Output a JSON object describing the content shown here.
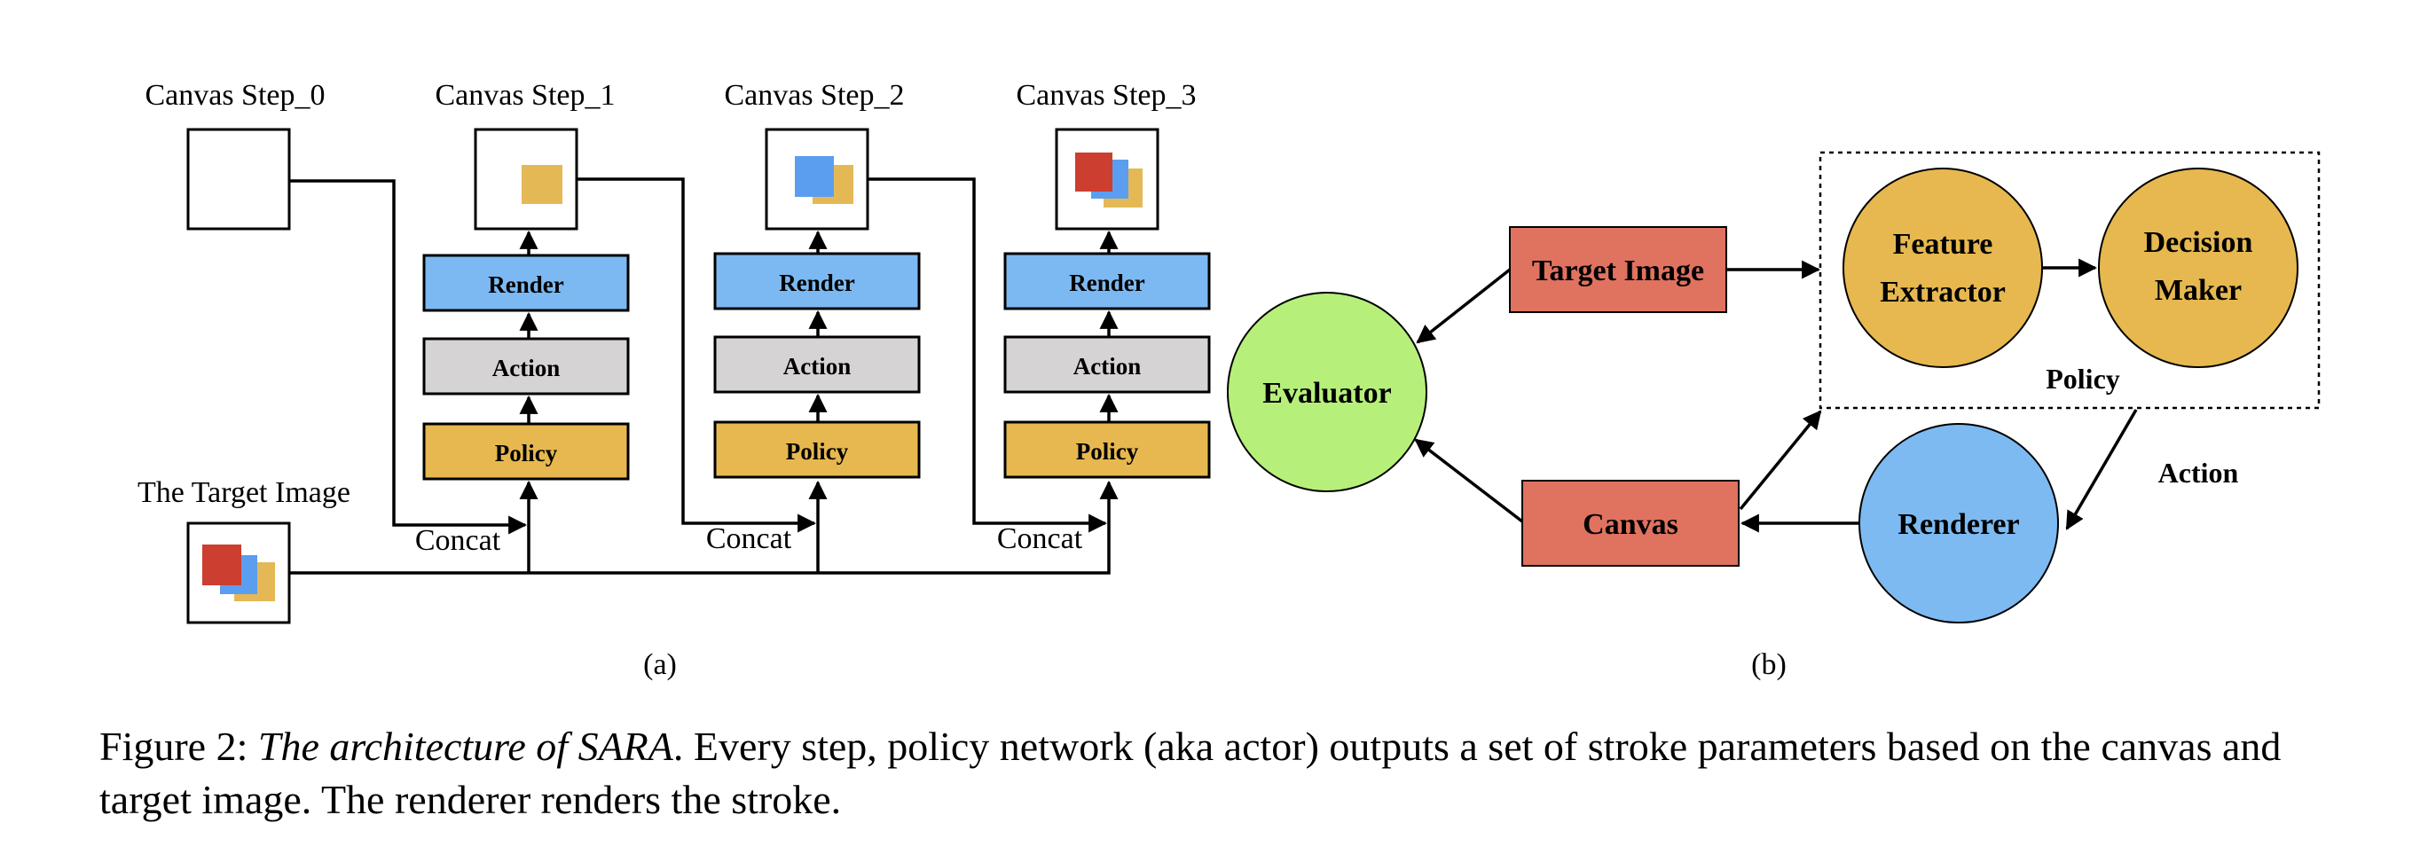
{
  "panel_a": {
    "canvas_labels": [
      "Canvas Step_0",
      "Canvas Step_1",
      "Canvas Step_2",
      "Canvas Step_3"
    ],
    "target_label": "The Target Image",
    "render_label": "Render",
    "action_label": "Action",
    "policy_label": "Policy",
    "concat_label": "Concat",
    "sublabel": "(a)"
  },
  "panel_b": {
    "target_image": "Target Image",
    "evaluator": "Evaluator",
    "feature_extractor_line1": "Feature",
    "feature_extractor_line2": "Extractor",
    "decision_maker_line1": "Decision",
    "decision_maker_line2": "Maker",
    "policy": "Policy",
    "action": "Action",
    "canvas": "Canvas",
    "renderer": "Renderer",
    "sublabel": "(b)"
  },
  "caption": {
    "prefix": "Figure 2: ",
    "title": "The architecture of SARA",
    "rest": ". Every step, policy network (aka actor) outputs a set of stroke parameters based on the canvas and target image. The renderer renders the stroke."
  },
  "colors": {
    "render_blue": "#7cb9f2",
    "action_gray": "#d5d3d4",
    "policy_gold": "#e6b84f",
    "stroke_red": "#cc3e2f",
    "stroke_blue": "#5b9ef0",
    "stroke_gold": "#e5b856",
    "target_box": "#e07260",
    "evaluator_green": "#b6f07a",
    "node_gold": "#e6b84f",
    "renderer_blue": "#7cbaf1"
  }
}
